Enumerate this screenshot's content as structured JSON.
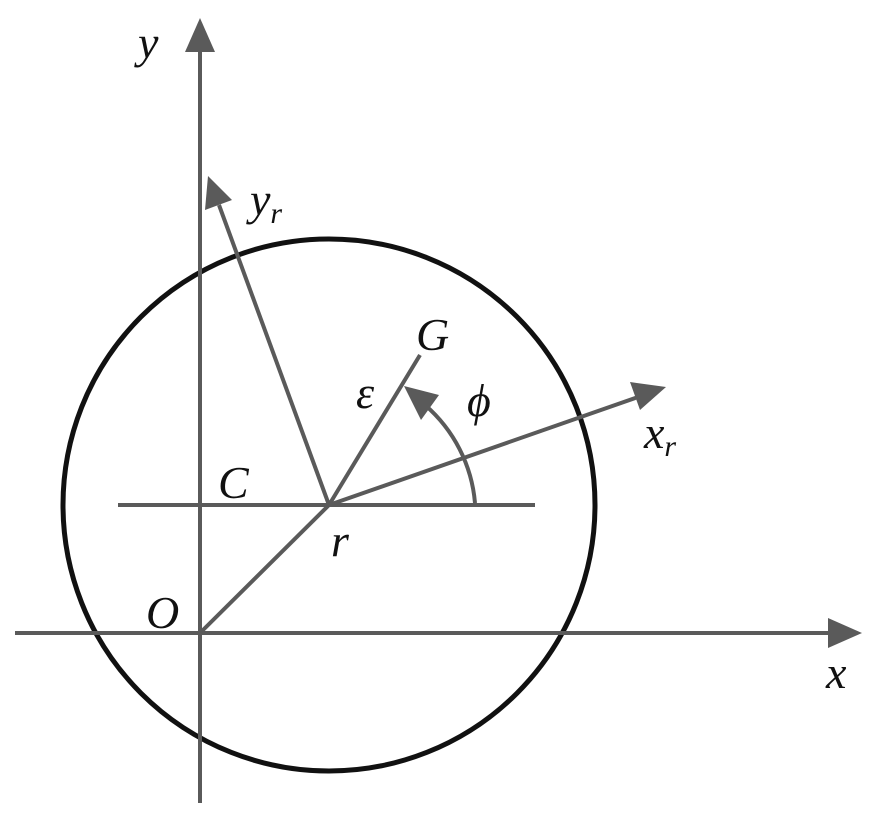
{
  "labels": {
    "x_axis": "x",
    "y_axis": "y",
    "xr_base": "x",
    "xr_sub": "r",
    "yr_base": "y",
    "yr_sub": "r",
    "origin": "O",
    "center": "C",
    "radius": "r",
    "mass_center": "G",
    "eccentricity": "ε",
    "angle": "ϕ"
  },
  "colors": {
    "axis": "#5a5a5a",
    "circle": "#111111",
    "text": "#111111"
  }
}
